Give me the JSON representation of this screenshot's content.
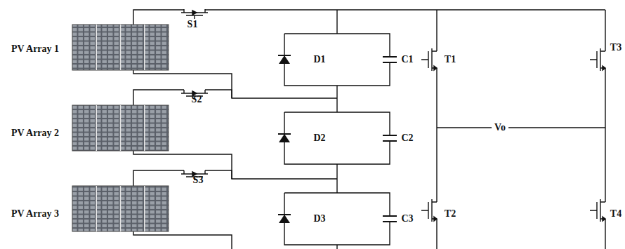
{
  "diagram": {
    "labels": [
      "PV Array 1",
      "S1",
      "D1",
      "C1",
      "T1",
      "T3",
      "PV Array 2",
      "S2",
      "D2",
      "C2",
      "Vo",
      "PV Array 3",
      "S3",
      "D3",
      "C3",
      "T2",
      "T4"
    ]
  }
}
